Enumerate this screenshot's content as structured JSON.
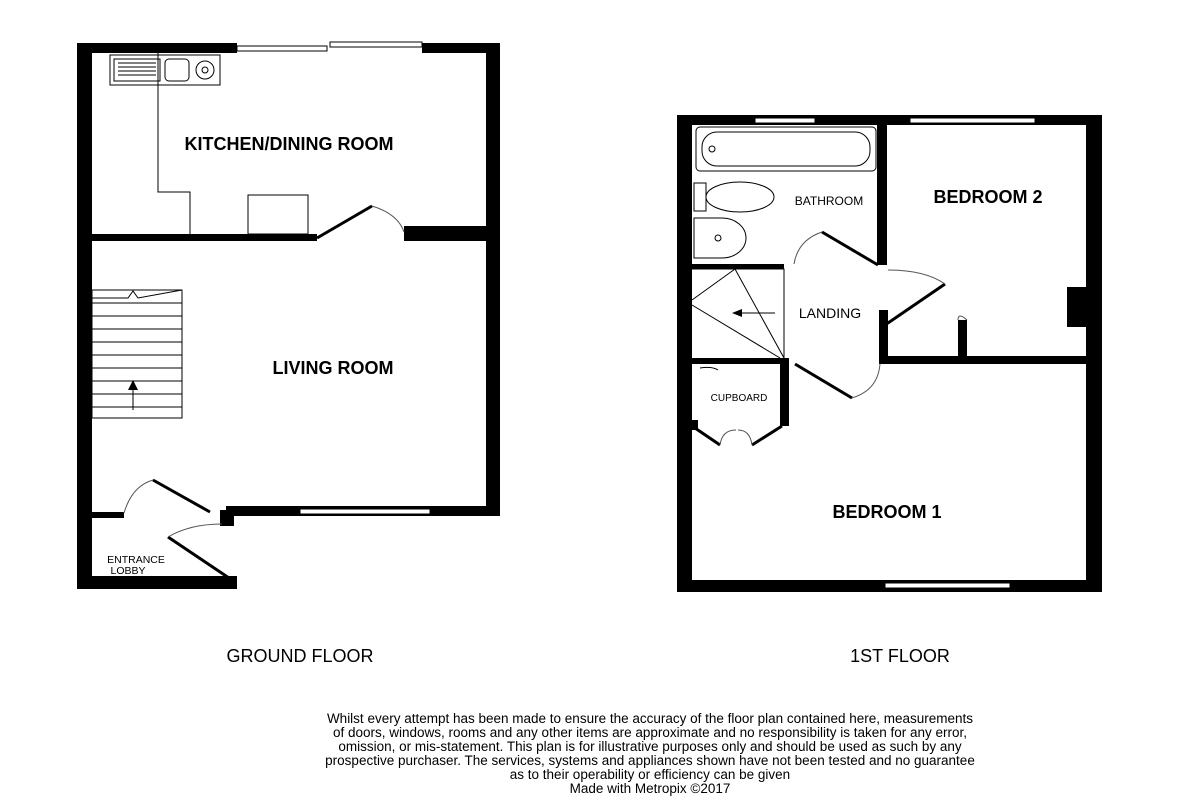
{
  "ground_floor": {
    "title": "GROUND FLOOR",
    "rooms": {
      "kitchen": "KITCHEN/DINING ROOM",
      "living": "LIVING ROOM",
      "entrance_line1": "ENTRANCE",
      "entrance_line2": "LOBBY"
    }
  },
  "first_floor": {
    "title": "1ST FLOOR",
    "rooms": {
      "bathroom": "BATHROOM",
      "bedroom2": "BEDROOM 2",
      "landing": "LANDING",
      "cupboard": "CUPBOARD",
      "bedroom1": "BEDROOM 1"
    }
  },
  "disclaimer": [
    "Whilst every attempt has been made to ensure the accuracy of the floor plan contained here, measurements",
    "of doors, windows, rooms and any other items are approximate and no responsibility is taken for any error,",
    "omission, or mis-statement. This plan is for illustrative purposes only and should be used as such by any",
    "prospective purchaser. The services, systems and appliances shown have not been tested and no guarantee",
    "as to their operability or efficiency can be given",
    "Made with Metropix ©2017"
  ]
}
